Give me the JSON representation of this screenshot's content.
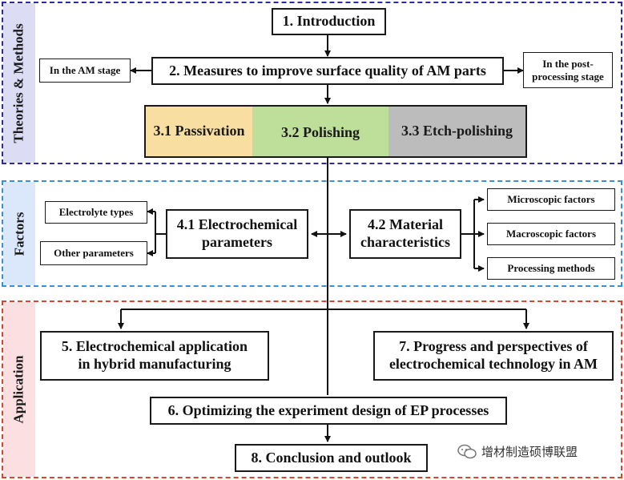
{
  "sections": {
    "theories": "Theories & Methods",
    "factors": "Factors",
    "application": "Application"
  },
  "colors": {
    "theories_border": "#2e2b9e",
    "factors_border": "#3b8fd6",
    "application_border": "#d5472e",
    "theories_side": "#dcdcf4",
    "factors_side": "#dbe8fb",
    "application_side": "#fbdfe1",
    "passivation": "#f8dea0",
    "polishing": "#bedf9a",
    "etch_polishing": "#bcbcbc"
  },
  "boxes": {
    "intro": "1. Introduction",
    "measures": "2. Measures to improve surface quality of AM parts",
    "am_stage": "In the AM stage",
    "post_line1": "In the post-",
    "post_line2": "processing stage",
    "passivation": "3.1 Passivation",
    "polishing": "3.2 Polishing",
    "etch": "3.3 Etch-polishing",
    "electrolyte": "Electrolyte types",
    "other_params": "Other parameters",
    "ec_params_line1": "4.1 Electrochemical",
    "ec_params_line2": "parameters",
    "material_line1": "4.2 Material",
    "material_line2": "characteristics",
    "microscopic": "Microscopic factors",
    "macroscopic": "Macroscopic factors",
    "processing": "Processing methods",
    "hybrid_line1": "5. Electrochemical application",
    "hybrid_line2": "in hybrid manufacturing",
    "progress_line1": "7. Progress and perspectives of",
    "progress_line2": "electrochemical technology in AM",
    "optimizing": "6. Optimizing the experiment design of EP processes",
    "conclusion": "8. Conclusion and outlook"
  },
  "watermark": "增材制造硕博联盟"
}
